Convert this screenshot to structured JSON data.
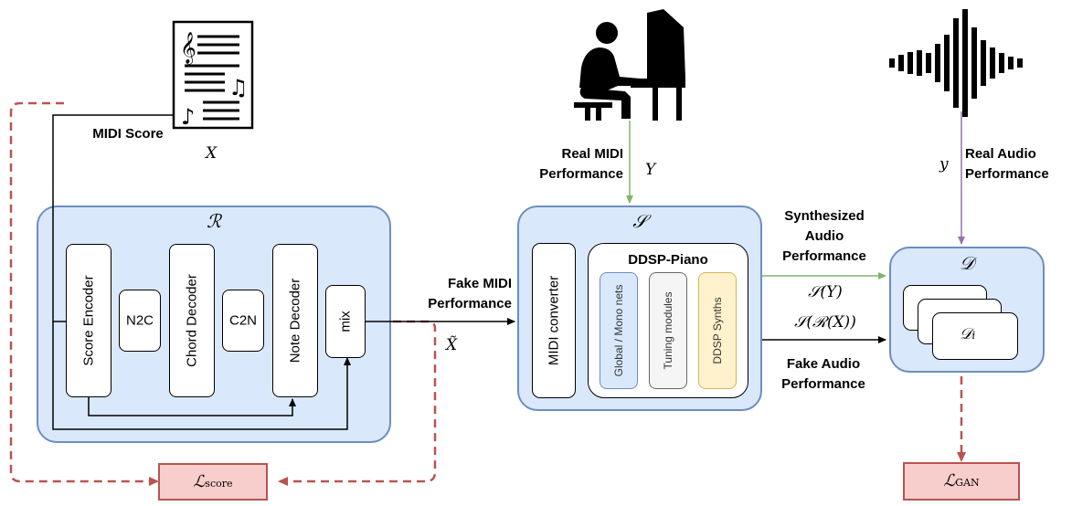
{
  "colors": {
    "block_fill": "#dae8fc",
    "block_border": "#6c8ebf",
    "loss_fill": "#f8cecc",
    "loss_border": "#b85450",
    "green_arrow": "#82b366",
    "purple_arrow": "#9673a6",
    "global_mono_fill": "#dae8fc",
    "tuning_fill": "#f5f5f5",
    "ddsp_synths_fill": "#fff2cc"
  },
  "icons": [
    "sheet-music-icon",
    "pianist-icon",
    "audio-waveform-icon"
  ],
  "labels": {
    "midi_score": "MIDI Score",
    "x": "X",
    "real_midi": "Real MIDI Performance",
    "Y": "Y",
    "real_audio": "Real Audio Performance",
    "y": "y",
    "fake_midi": "Fake MIDI Performance",
    "x_tilde": "X̃",
    "synth_audio": "Synthesized Audio Performance",
    "s_of_y": "𝒮(Y)",
    "s_of_r_of_x": "𝒮(ℛ(X))",
    "fake_audio": "Fake Audio Performance"
  },
  "r_block": {
    "symbol": "ℛ",
    "score_encoder": "Score Encoder",
    "n2c": "N2C",
    "chord_decoder": "Chord Decoder",
    "c2n": "C2N",
    "note_decoder": "Note Decoder",
    "mix": "mix"
  },
  "s_block": {
    "symbol": "𝒮",
    "midi_converter": "MIDI converter",
    "ddsp_piano": "DDSP-Piano",
    "global_mono": "Global / Mono nets",
    "tuning": "Tuning modules",
    "ddsp_synths": "DDSP Synths"
  },
  "d_block": {
    "symbol": "𝒟",
    "d_i": "𝒟",
    "d_i_sub": "i"
  },
  "losses": {
    "score": "ℒ",
    "score_sub": "score",
    "gan": "ℒ",
    "gan_sub": "GAN"
  }
}
